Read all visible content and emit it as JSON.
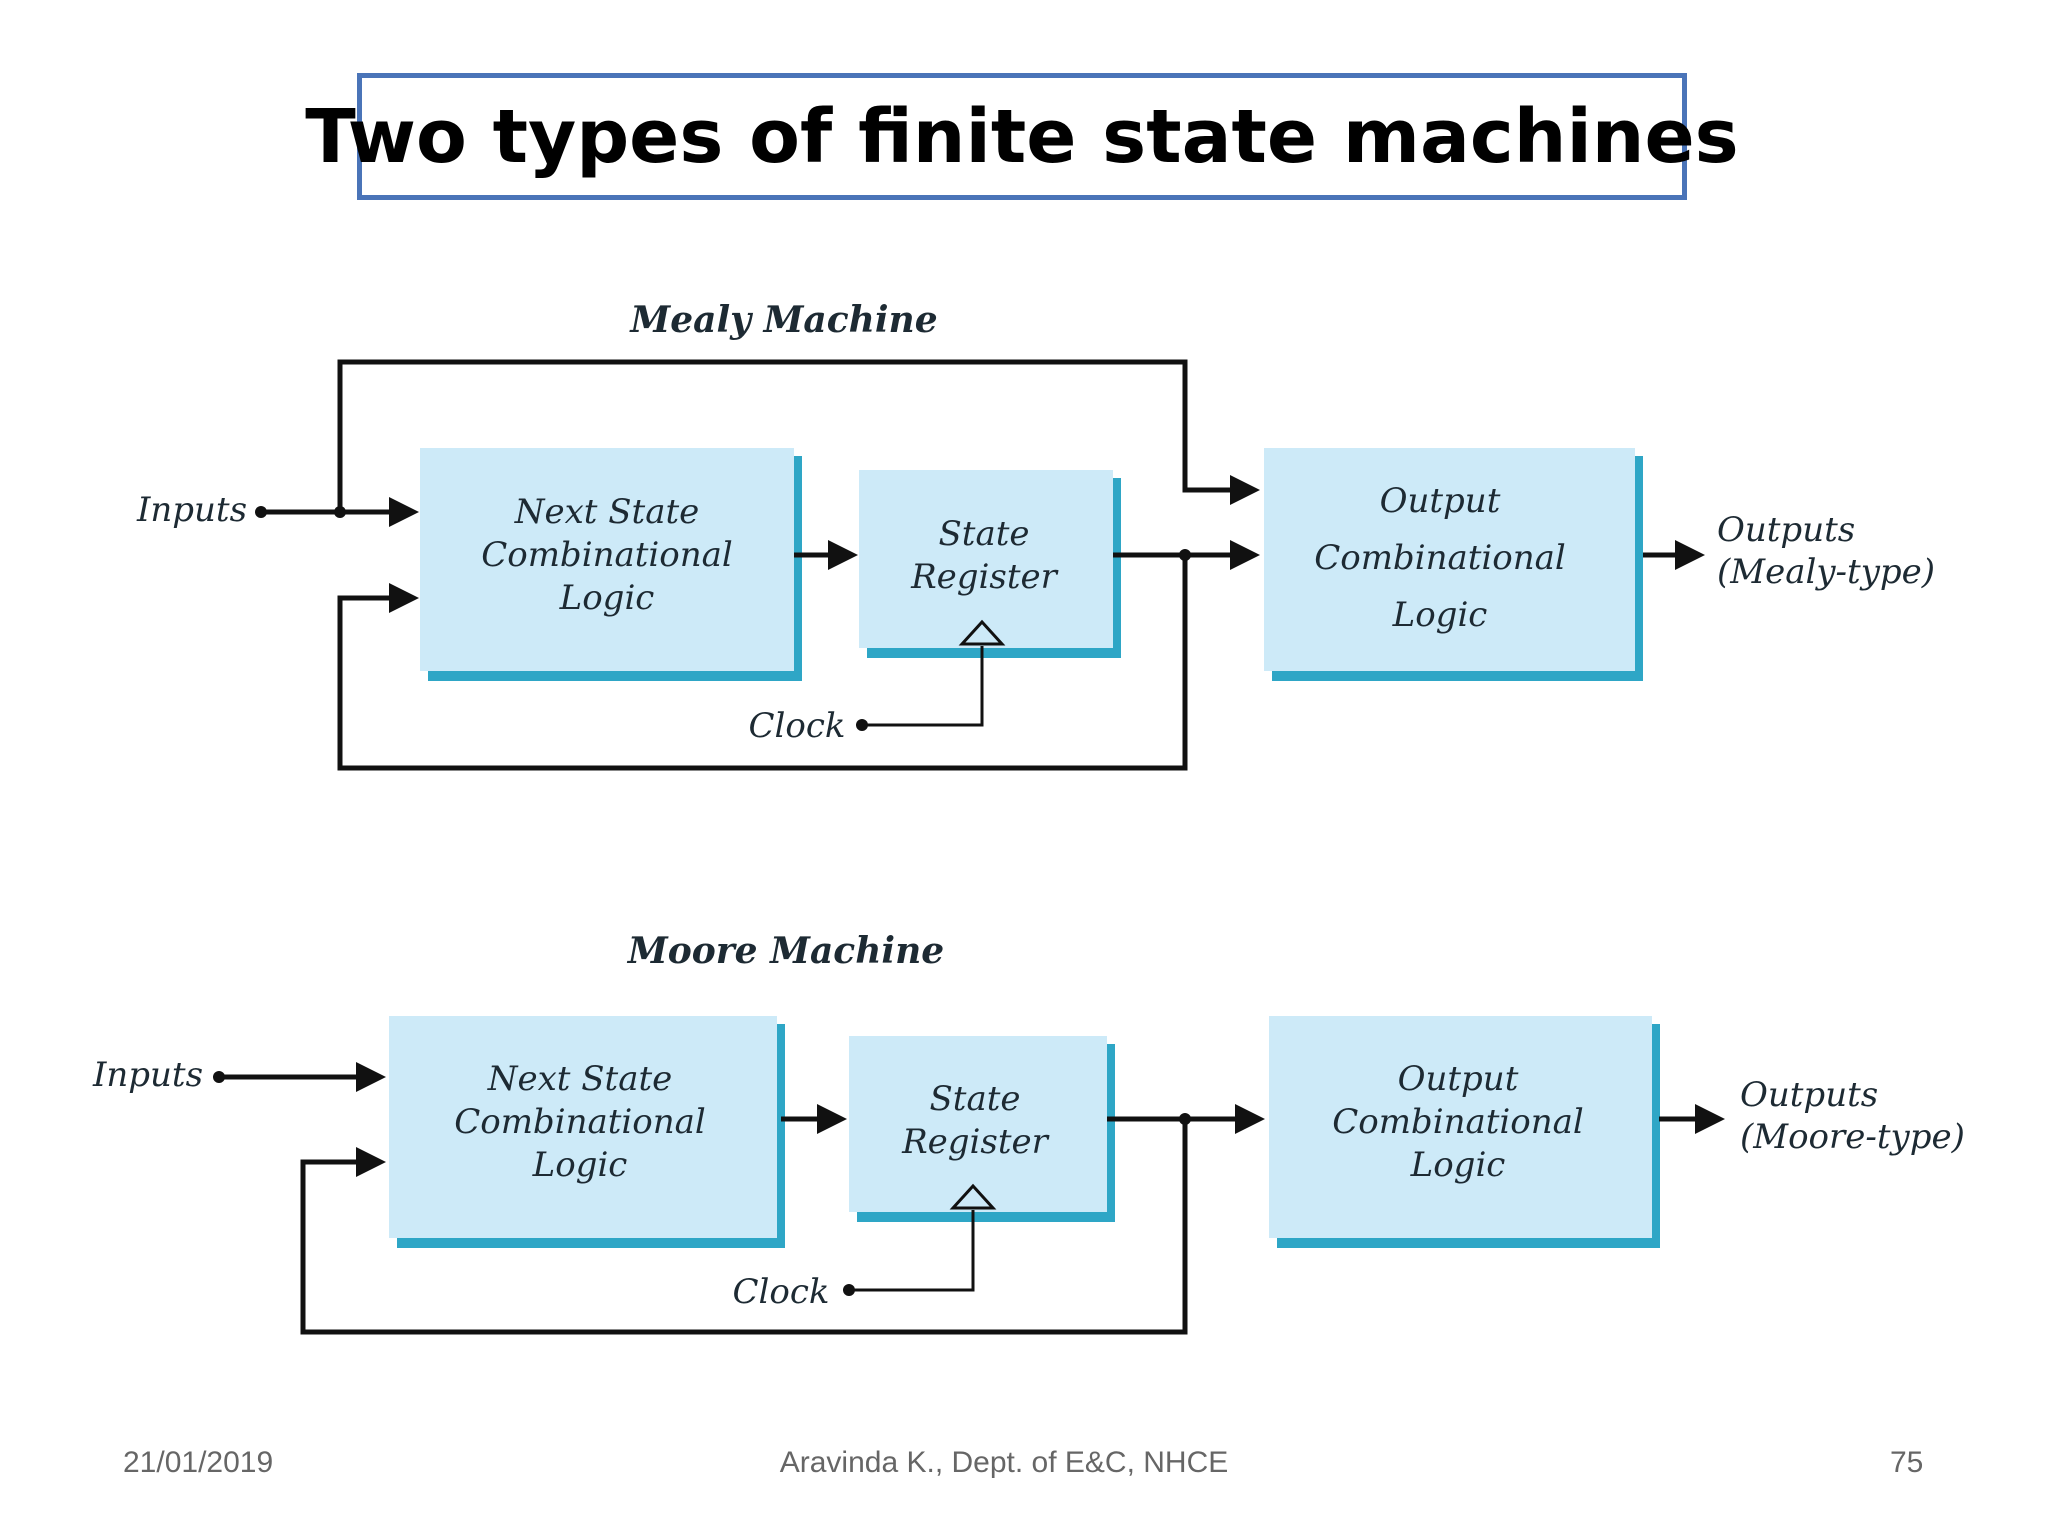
{
  "title": "Two types of finite state machines",
  "mealy": {
    "heading": "Mealy Machine",
    "inputs": "Inputs",
    "next_state": [
      "Next State",
      "Combinational",
      "Logic"
    ],
    "state_register": [
      "State",
      "Register"
    ],
    "clock": "Clock",
    "output_logic": [
      "Output",
      "Combinational",
      "Logic"
    ],
    "outputs": [
      "Outputs",
      "(Mealy-type)"
    ]
  },
  "moore": {
    "heading": "Moore Machine",
    "inputs": "Inputs",
    "next_state": [
      "Next State",
      "Combinational",
      "Logic"
    ],
    "state_register": [
      "State",
      "Register"
    ],
    "clock": "Clock",
    "output_logic": [
      "Output",
      "Combinational",
      "Logic"
    ],
    "outputs": [
      "Outputs",
      "(Moore-type)"
    ]
  },
  "footer": {
    "date": "21/01/2019",
    "author": "Aravinda K., Dept. of E&C, NHCE",
    "page": "75"
  },
  "colors": {
    "box": "#cdeaf8",
    "box_shadow": "#2ea6c6",
    "title_border": "#4a74b8"
  }
}
